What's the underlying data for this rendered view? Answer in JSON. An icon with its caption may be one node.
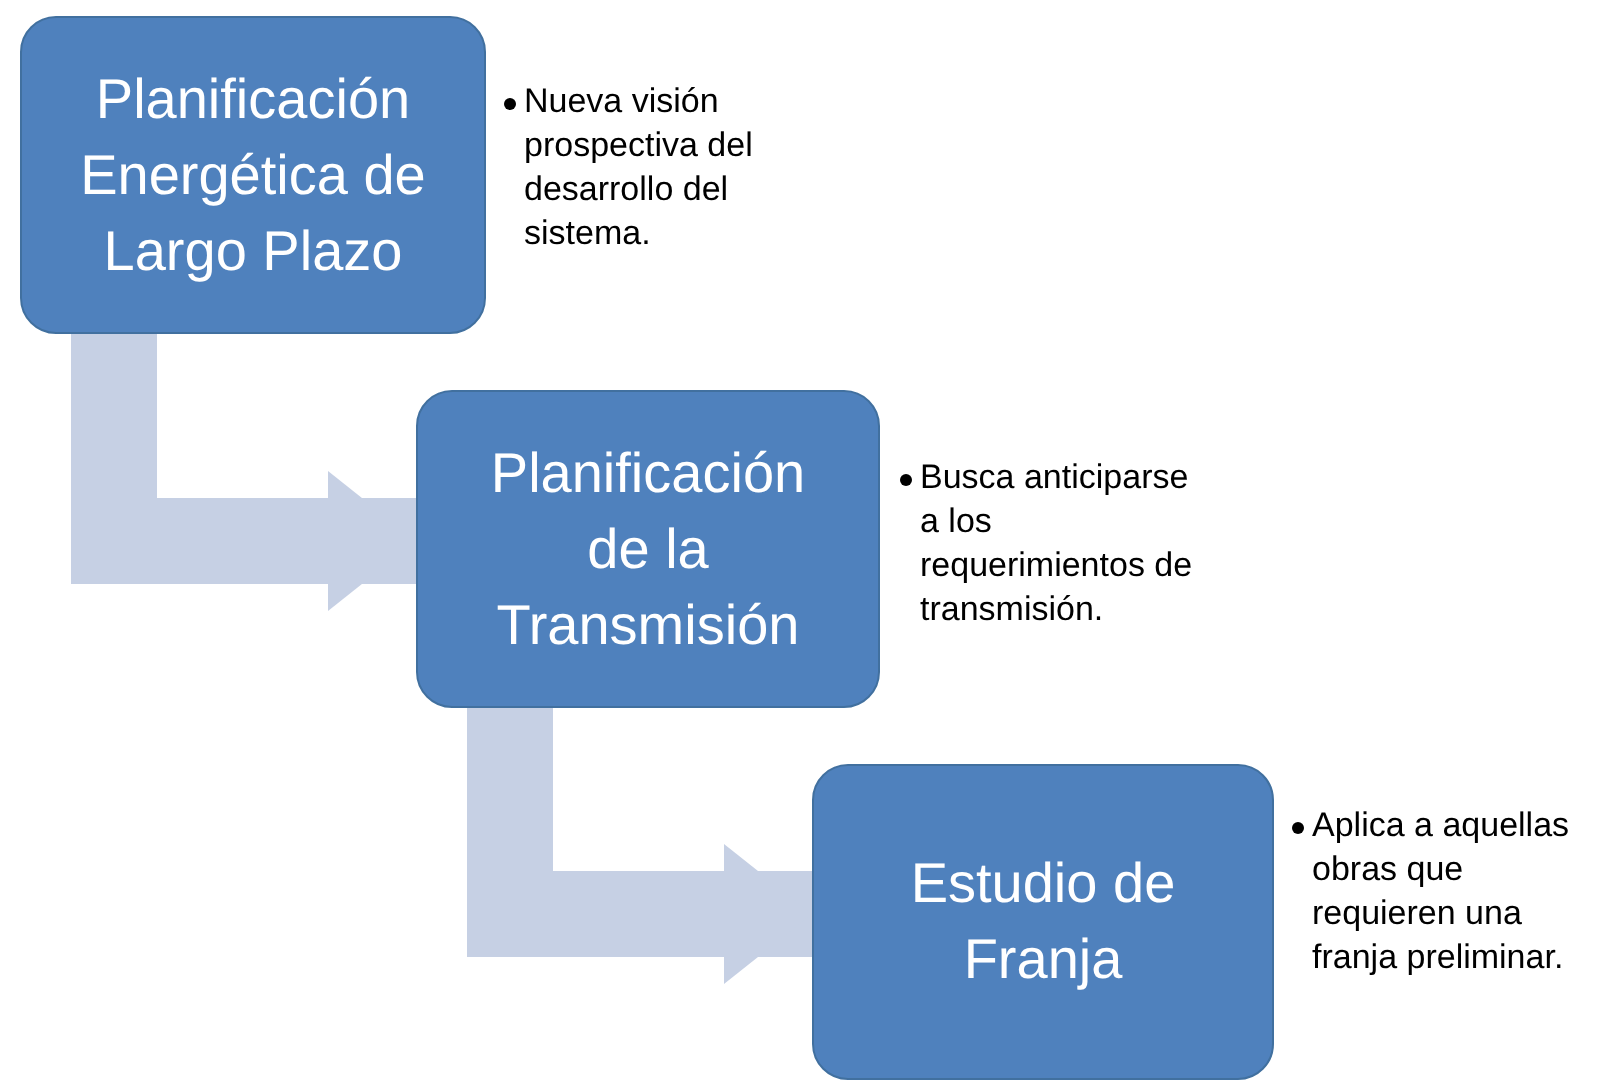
{
  "diagram": {
    "nodes": [
      {
        "text": [
          "Planificación Energética de Largo Plazo"
        ],
        "beside": [
          "Nueva visión prospectiva del desarrollo del sistema."
        ]
      },
      {
        "text": [
          "Planificación de la Transmisión"
        ],
        "beside": [
          "Busca anticiparse a los requerimientos de transmisión."
        ]
      },
      {
        "text": [
          "Estudio de Franja"
        ],
        "beside": [
          "Aplica a aquellas obras que requieren una franja preliminar."
        ]
      }
    ],
    "edges": [
      {
        "from": 0,
        "to": 1,
        "arrow": "to"
      },
      {
        "from": 1,
        "to": 2,
        "arrow": "to"
      }
    ]
  }
}
